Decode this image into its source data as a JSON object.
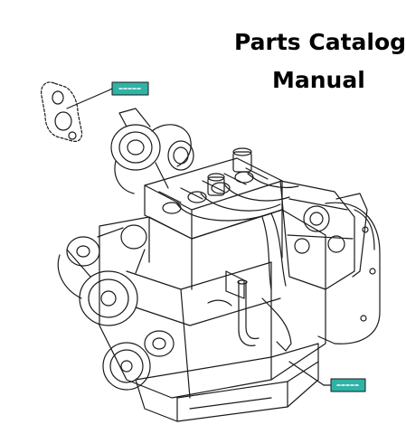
{
  "document": {
    "title_line_1": "Parts Catalog",
    "title_line_2": "Manual"
  },
  "illustration": {
    "subject": "engine-exploded-line-drawing",
    "callout_color": "#2fb3a6",
    "line_color": "#1a1a1a"
  }
}
